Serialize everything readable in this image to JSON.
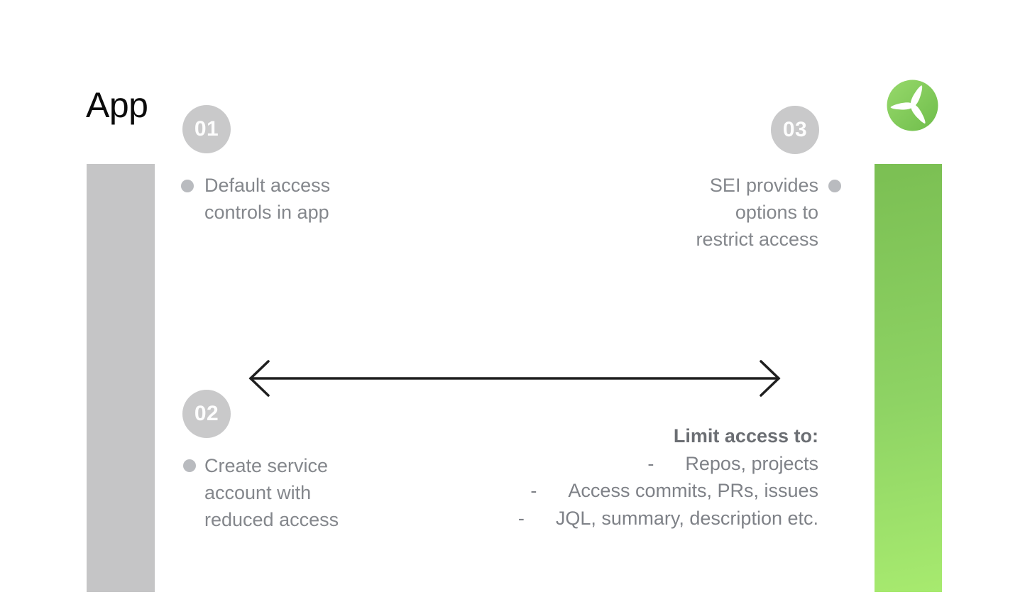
{
  "page": {
    "title": "App",
    "background": "#ffffff"
  },
  "columns": {
    "left_bar_color": "#c5c5c6",
    "right_bar_gradient_top": "#7bbf53",
    "right_bar_gradient_bottom": "#a7ea6f"
  },
  "logo": {
    "name": "propeller-logo",
    "circle_color_light": "#93d565",
    "circle_color_dark": "#6fbd4b",
    "blade_color": "#ffffff"
  },
  "steps": [
    {
      "number": "01",
      "text": "Default access\ncontrols in app",
      "align": "left"
    },
    {
      "number": "02",
      "text": "Create service\naccount with\nreduced access",
      "align": "left"
    },
    {
      "number": "03",
      "text": "SEI provides\noptions to\nrestrict access",
      "align": "right"
    }
  ],
  "arrow": {
    "type": "double-headed-horizontal",
    "color": "#1f1f1f"
  },
  "limit_block": {
    "title": "Limit access to:",
    "dash": "-",
    "items": [
      "Repos, projects",
      "Access commits, PRs, issues",
      "JQL, summary, description etc."
    ]
  },
  "colors": {
    "step_circle_gray": "#c9c9ca",
    "bullet_dot_gray": "#b9bbbf",
    "body_text_gray": "#84878c",
    "limit_title_gray": "#6b6e73",
    "title_black": "#0b0b0b"
  }
}
